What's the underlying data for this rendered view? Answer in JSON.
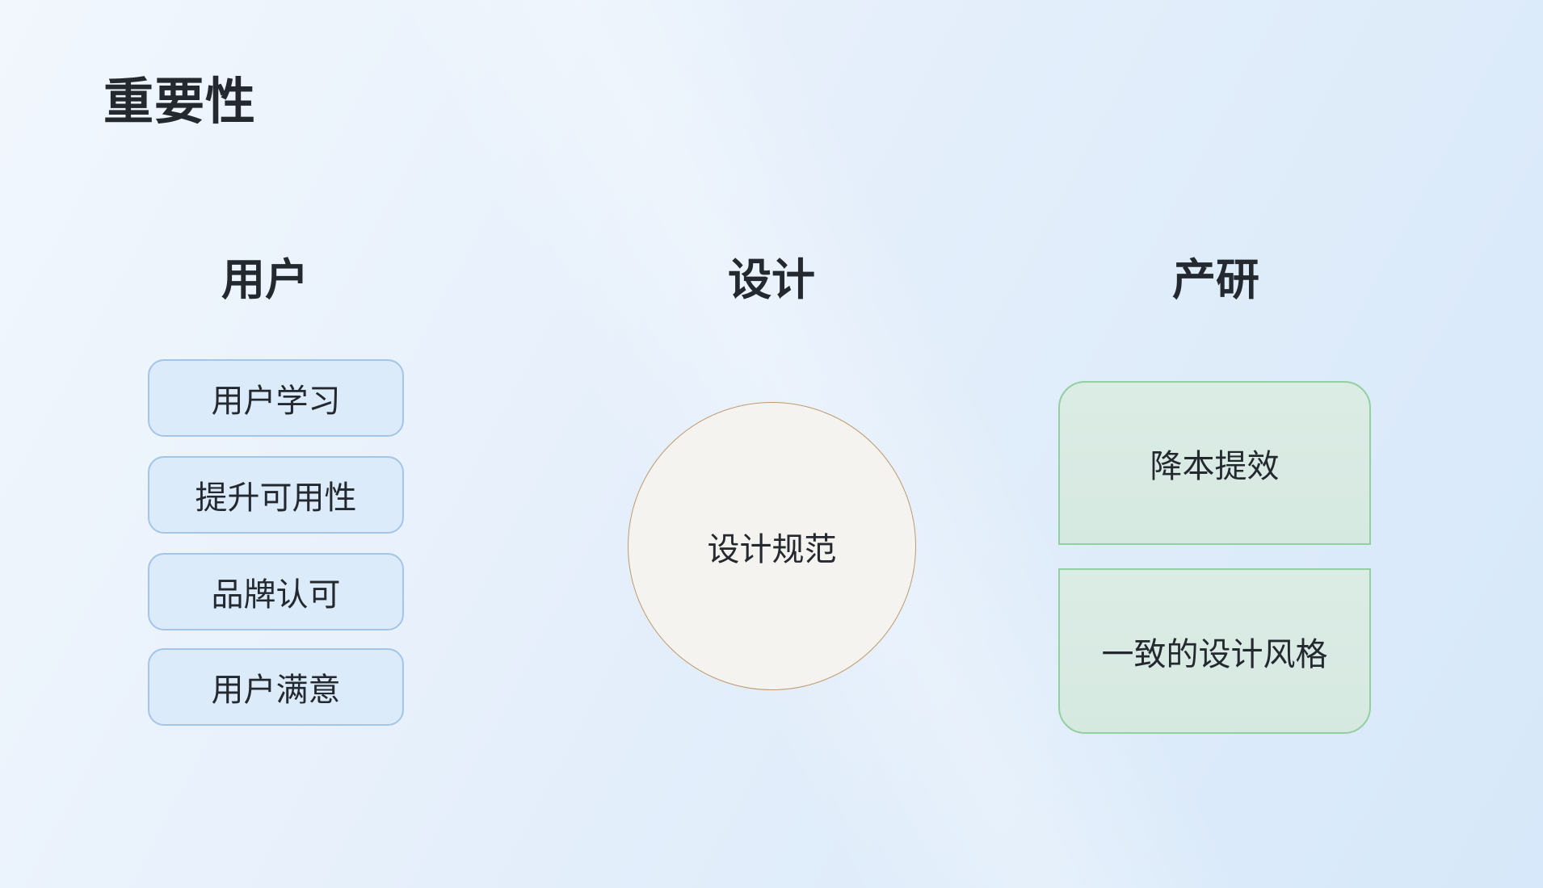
{
  "page": {
    "title": "重要性",
    "background_gradient_start": "#f2f7fd",
    "background_gradient_end": "#d6e8f9",
    "text_color": "#24292f"
  },
  "columns": [
    {
      "id": "users",
      "header": "用户",
      "box_fill": "#dcebfa",
      "box_border": "#a3c5e8",
      "items": [
        {
          "label": "用户学习"
        },
        {
          "label": "提升可用性"
        },
        {
          "label": "品牌认可"
        },
        {
          "label": "用户满意"
        }
      ]
    },
    {
      "id": "design",
      "header": "设计",
      "circle_fill": "#f4f3ef",
      "circle_border": "#bf9a6e",
      "circle_label": "设计规范"
    },
    {
      "id": "product",
      "header": "产研",
      "box_fill": "#d9eae3",
      "box_border": "#94cfa2",
      "items": [
        {
          "label": "降本提效"
        },
        {
          "label": "一致的设计风格"
        }
      ]
    }
  ]
}
